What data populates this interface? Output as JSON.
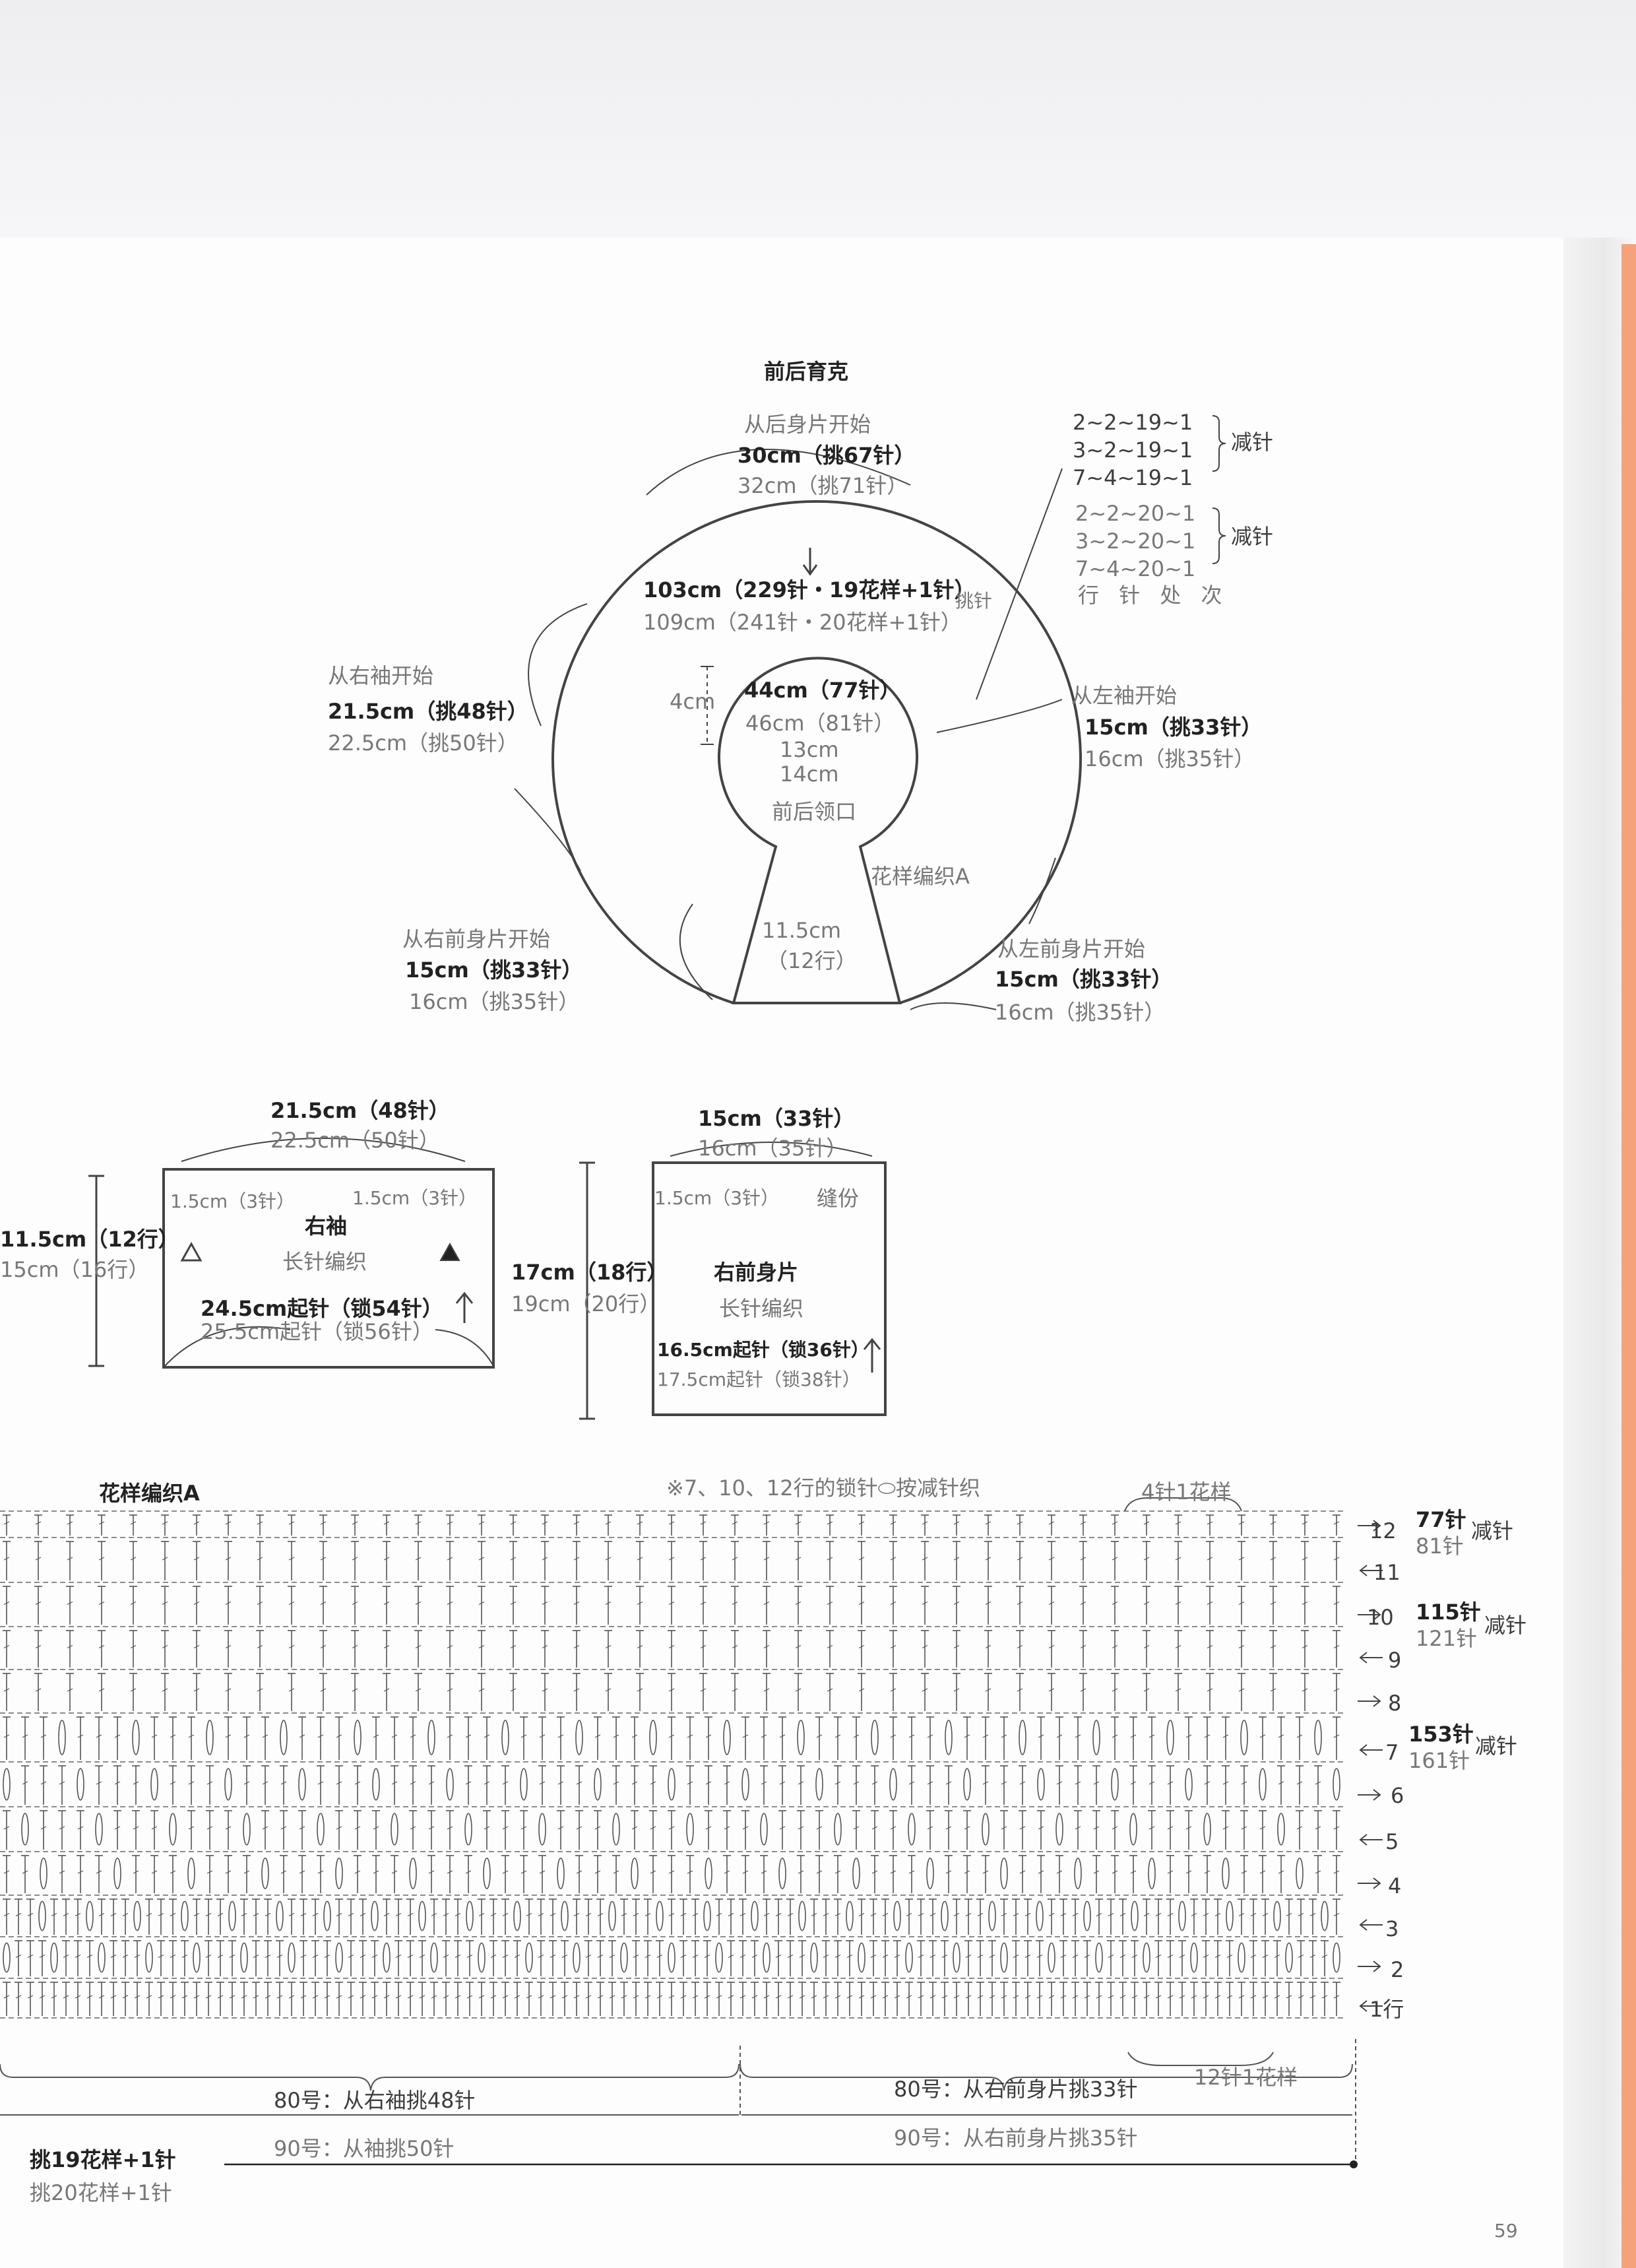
{
  "yoke": {
    "title": "前后育克",
    "back_start": {
      "label": "从后身片开始",
      "size_a": "30cm（挑67针）",
      "size_b": "32cm（挑71针）"
    },
    "outer_edge": {
      "size_a": "103cm（229针・19花样+1针）",
      "size_b": "109cm（241针・20花样+1针）",
      "pick_label": "挑针"
    },
    "neck": {
      "size_a": "44cm（77针）",
      "size_b": "46cm（81针）",
      "depth": "4cm",
      "width_a": "13cm",
      "width_b": "14cm",
      "label": "前后领口"
    },
    "right_sleeve_start": {
      "label": "从右袖开始",
      "size_a": "21.5cm（挑48针）",
      "size_b": "22.5cm（挑50针）"
    },
    "left_sleeve_start": {
      "label": "从左袖开始",
      "size_a": "15cm（挑33针）",
      "size_b": "16cm（挑35针）"
    },
    "right_front_start": {
      "label": "从右前身片开始",
      "size_a": "15cm（挑33针）",
      "size_b": "16cm（挑35针）"
    },
    "left_front_start": {
      "label": "从左前身片开始",
      "size_a": "15cm（挑33针）",
      "size_b": "16cm（挑35针）"
    },
    "pattern_label": "花样编织A",
    "height_a": "11.5cm",
    "height_b": "（12行）",
    "decrease_table": {
      "group1": [
        "2~2~19~1",
        "3~2~19~1",
        "7~4~19~1"
      ],
      "group2": [
        "2~2~20~1",
        "3~2~20~1",
        "7~4~20~1"
      ],
      "label": "减针",
      "header": "行 针 处 次"
    }
  },
  "sleeve": {
    "title": "右袖",
    "stitch": "长针编织",
    "top_a": "21.5cm（48针）",
    "top_b": "22.5cm（50针）",
    "left_mark": "1.5cm（3针）",
    "right_mark": "1.5cm（3针）",
    "height_a": "11.5cm（12行）",
    "height_b": "15cm（16行）",
    "bottom_a": "24.5cm起针（锁54针）",
    "bottom_b": "25.5cm起针（锁56针）"
  },
  "front": {
    "title": "右前身片",
    "stitch": "长针编织",
    "top_a": "15cm（33针）",
    "top_b": "16cm（35针）",
    "mark": "1.5cm（3针）",
    "seam": "缝份",
    "height_a": "17cm（18行）",
    "height_b": "19cm（20行）",
    "bottom_a": "16.5cm起针（锁36针）",
    "bottom_b": "17.5cm起针（锁38针）"
  },
  "chart": {
    "title": "花样编织A",
    "note": "※7、10、12行的锁针⬭按减针织",
    "repeat_top": "4针1花样",
    "repeat_bottom": "12针1花样",
    "rows": [
      "1行",
      "2",
      "3",
      "4",
      "5",
      "6",
      "7",
      "8",
      "9",
      "10",
      "11",
      "12"
    ],
    "row12": {
      "a": "77针",
      "b": "81针",
      "label": "减针"
    },
    "row10": {
      "a": "115针",
      "b": "121针",
      "label": "减针"
    },
    "row7": {
      "a": "153针",
      "b": "161针",
      "label": "减针"
    },
    "base_sleeve_a": "80号：从右袖挑48针",
    "base_sleeve_b": "90号：从袖挑50针",
    "base_front_a": "80号：从右前身片挑33针",
    "base_front_b": "90号：从右前身片挑35针",
    "total_a": "挑19花样+1针",
    "total_b": "挑20花样+1针"
  },
  "page_number": "59"
}
